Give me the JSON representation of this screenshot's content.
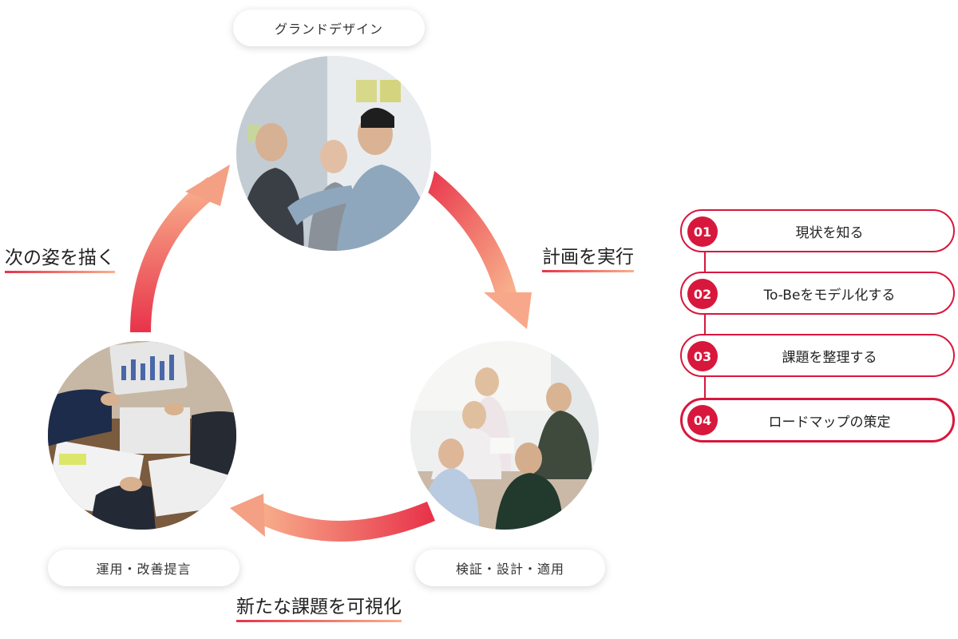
{
  "cycle": {
    "nodes": [
      {
        "label": "グランドデザイン",
        "photo_description": "team brainstorming with sticky notes on glass wall"
      },
      {
        "label": "検証・設計・適用",
        "photo_description": "team working together at a table"
      },
      {
        "label": "運用・改善提言",
        "photo_description": "business meeting reviewing charts"
      }
    ],
    "phases": {
      "top_right": "計画を実行",
      "bottom": "新たな課題を可視化",
      "left": "次の姿を描く"
    }
  },
  "steps": [
    {
      "number": "01",
      "label": "現状を知る"
    },
    {
      "number": "02",
      "label": "To-Beをモデル化する"
    },
    {
      "number": "03",
      "label": "課題を整理する"
    },
    {
      "number": "04",
      "label": "ロードマップの策定"
    }
  ],
  "colors": {
    "accent_red": "#d8173c",
    "arrow_start": "#e8334a",
    "arrow_end": "#f8b08c"
  }
}
